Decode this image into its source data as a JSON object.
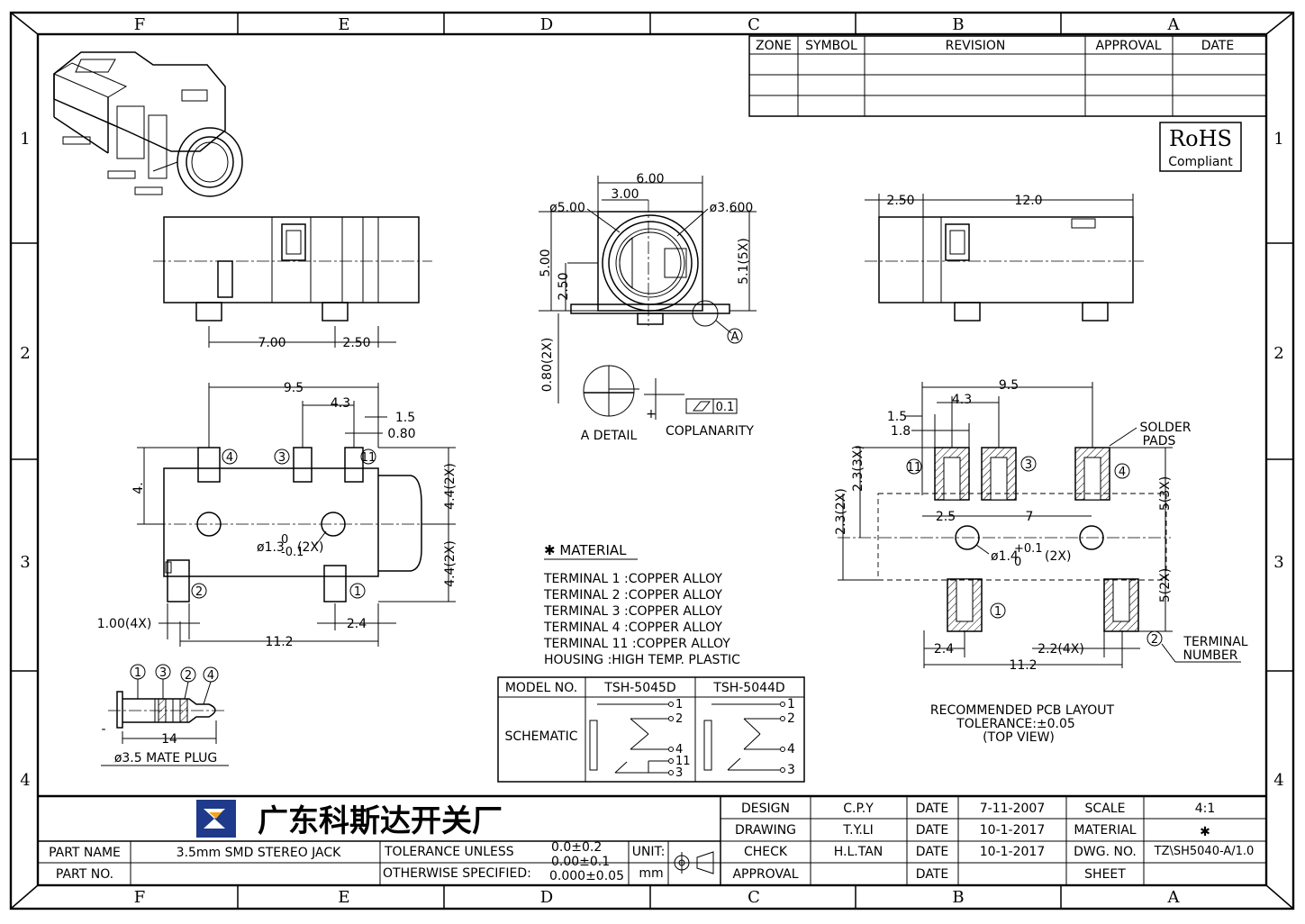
{
  "border": {
    "columns": [
      "F",
      "E",
      "D",
      "C",
      "B",
      "A"
    ],
    "rows": [
      "1",
      "2",
      "3",
      "4"
    ]
  },
  "revision_table": {
    "headers": [
      "ZONE",
      "SYMBOL",
      "REVISION",
      "APPROVAL",
      "DATE"
    ]
  },
  "rohs": {
    "line1": "RoHS",
    "line2": "Compliant"
  },
  "front_view": {
    "dims": [
      "6.00",
      "3.00",
      "ø5.00",
      "ø3.600",
      "5.00",
      "2.50",
      "5.1(5X)",
      "0.80(2X)"
    ],
    "datum": "A"
  },
  "side_left_view": {
    "dims": [
      "7.00",
      "2.50"
    ]
  },
  "side_right_view": {
    "dims": [
      "2.50",
      "12.0"
    ]
  },
  "detail": {
    "label": "A DETAIL",
    "tolerance": "0.1",
    "coplanarity": "COPLANARITY",
    "plus": "+"
  },
  "bottom_view": {
    "dims": [
      "9.5",
      "4.3",
      "1.5",
      "0.80",
      "4.",
      "4.4(2X)",
      "4.4(2X)",
      "1.00(4X)",
      "2.4",
      "11.2"
    ],
    "hole_label": "ø1.3",
    "hole_tol_upper": "0",
    "hole_tol_lower": "-0.1",
    "hole_count": "(2X)",
    "terminals": [
      "4",
      "3",
      "11",
      "2",
      "1"
    ]
  },
  "pcb_layout": {
    "dims": [
      "9.5",
      "4.3",
      "1.5",
      "1.8",
      "2.3(2X)",
      "2.3(3X)",
      "2.5",
      "7",
      "5(3X)",
      "5(2X)",
      "2.4",
      "2.2(4X)",
      "11.2"
    ],
    "hole_label": "ø1.4",
    "hole_tol_upper": "+0.1",
    "hole_tol_lower": "0",
    "hole_count": "(2X)",
    "solder_pads": [
      "SOLDER",
      "PADS"
    ],
    "terminal_number": [
      "TERMINAL",
      "NUMBER"
    ],
    "terminals": [
      "11",
      "3",
      "4",
      "1",
      "2"
    ],
    "caption": [
      "RECOMMENDED PCB LAYOUT",
      "TOLERANCE:±0.05",
      "(TOP VIEW)"
    ]
  },
  "material": {
    "title": "✱ MATERIAL",
    "items": [
      "TERMINAL 1  :COPPER  ALLOY",
      "TERMINAL 2  :COPPER  ALLOY",
      "TERMINAL 3  :COPPER  ALLOY",
      "TERMINAL 4  :COPPER  ALLOY",
      "TERMINAL 11 :COPPER  ALLOY",
      "HOUSING       :HIGH TEMP. PLASTIC"
    ]
  },
  "model_table": {
    "model_label": "MODEL NO.",
    "models": [
      "TSH-5045D",
      "TSH-5044D"
    ],
    "schematic_label": "SCHEMATIC",
    "pins_a": [
      "1",
      "2",
      "4",
      "11",
      "3"
    ],
    "pins_b": [
      "1",
      "2",
      "4",
      "3"
    ]
  },
  "mate_plug": {
    "terminals": [
      "1",
      "3",
      "2",
      "4"
    ],
    "dim": "14",
    "minus": "-",
    "label": "ø3.5 MATE PLUG"
  },
  "title_block": {
    "company": "广东科斯达开关厂",
    "part_name_label": "PART NAME",
    "part_name": "3.5mm SMD STEREO JACK",
    "part_no_label": "PART NO.",
    "tolerance_line1": "TOLERANCE UNLESS",
    "tolerance_line2": "OTHERWISE SPECIFIED:",
    "tol_values": [
      "0.0±0.2",
      "0.00±0.1",
      "0.000±0.05"
    ],
    "unit_label": "UNIT:",
    "unit": "mm",
    "rows": [
      {
        "role": "DESIGN",
        "name": "C.P.Y",
        "date_label": "DATE",
        "date": "7-11-2007",
        "key": "SCALE",
        "value": "4:1"
      },
      {
        "role": "DRAWING",
        "name": "T.Y.LI",
        "date_label": "DATE",
        "date": "10-1-2017",
        "key": "MATERIAL",
        "value": "✱"
      },
      {
        "role": "CHECK",
        "name": "H.L.TAN",
        "date_label": "DATE",
        "date": "10-1-2017",
        "key": "DWG. NO.",
        "value": "TZ\\SH5040-A/1.0"
      },
      {
        "role": "APPROVAL",
        "name": "",
        "date_label": "DATE",
        "date": "",
        "key": "SHEET",
        "value": ""
      }
    ]
  }
}
